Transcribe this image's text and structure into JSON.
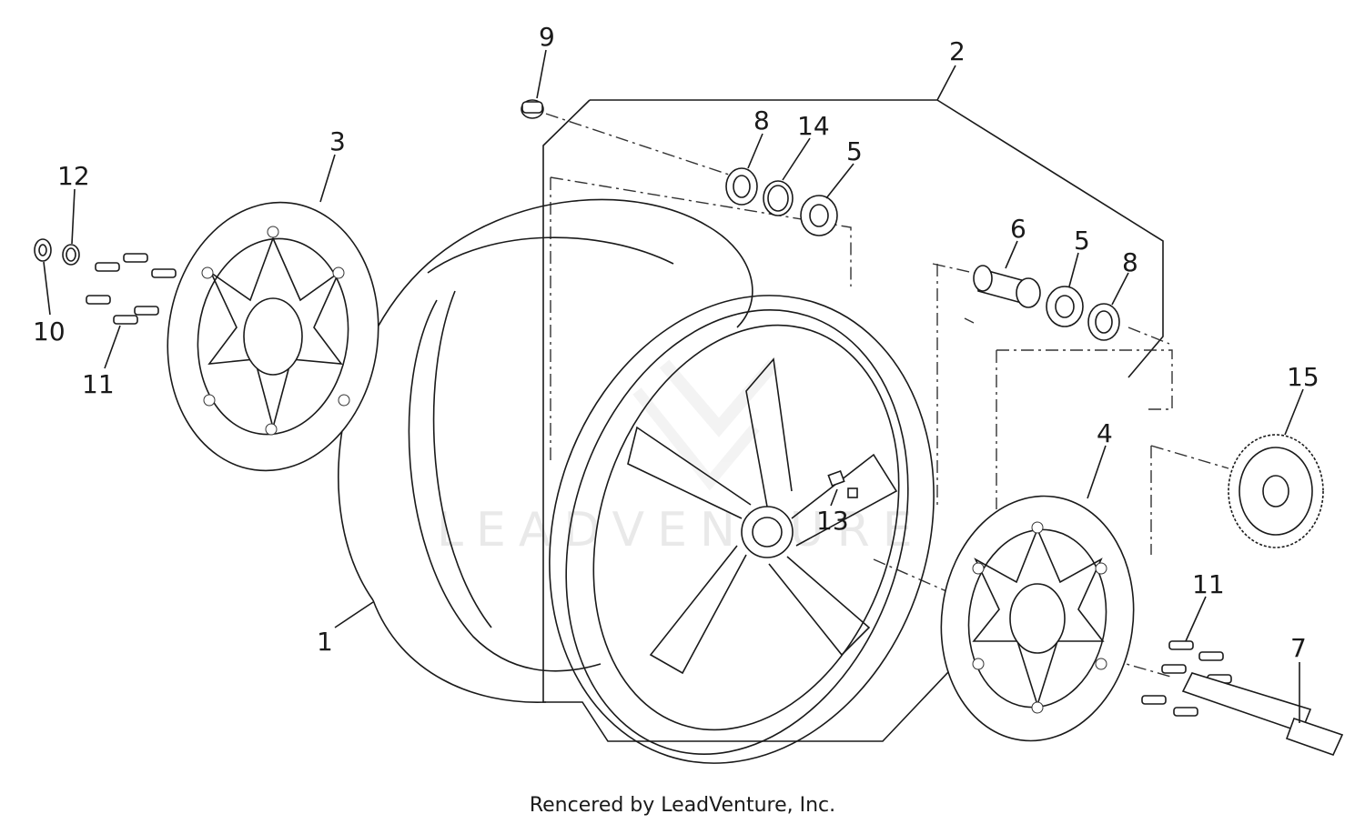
{
  "callouts": {
    "c1": "1",
    "c2": "2",
    "c3": "3",
    "c4": "4",
    "c5a": "5",
    "c5b": "5",
    "c6": "6",
    "c7": "7",
    "c8a": "8",
    "c8b": "8",
    "c9": "9",
    "c10": "10",
    "c11a": "11",
    "c11b": "11",
    "c12": "12",
    "c13": "13",
    "c14": "14",
    "c15": "15"
  },
  "watermark": "LEADVENTURE",
  "footer": "Rencered by LeadVenture, Inc.",
  "colors": {
    "line": "#1a1a1a",
    "watermark": "#e9e9e9",
    "background": "#ffffff"
  }
}
